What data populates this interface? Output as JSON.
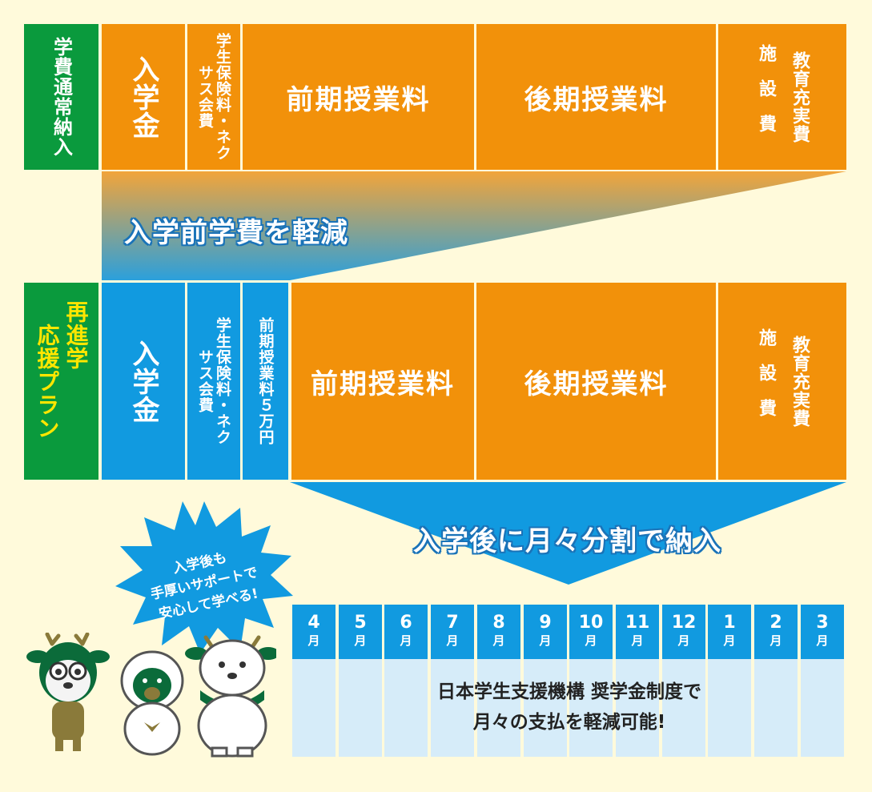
{
  "top_row": {
    "side_label": "学費通常納入",
    "cells": {
      "admission": "入学金",
      "insurance": "学生保険料・ネクサス会費",
      "first_tuition": "前期授業料",
      "second_tuition": "後期授業料",
      "facilities_a": "施設費",
      "facilities_b": "教育充実費"
    }
  },
  "reduce_label": "入学前学費を軽減",
  "plan_row": {
    "side_label_a": "再進学",
    "side_label_b": "応援プラン",
    "cells": {
      "admission": "入学金",
      "insurance": "学生保険料・ネクサス会費",
      "deposit": "前期授業料５万円",
      "first_tuition": "前期授業料",
      "second_tuition": "後期授業料",
      "facilities_a": "施設費",
      "facilities_b": "教育充実費"
    }
  },
  "monthly_label": "入学後に月々分割で納入",
  "burst": {
    "line1": "入学後も",
    "line2": "手厚いサポートで",
    "line3": "安心して学べる!"
  },
  "months": [
    {
      "num": "4",
      "unit": "月"
    },
    {
      "num": "5",
      "unit": "月"
    },
    {
      "num": "6",
      "unit": "月"
    },
    {
      "num": "7",
      "unit": "月"
    },
    {
      "num": "8",
      "unit": "月"
    },
    {
      "num": "9",
      "unit": "月"
    },
    {
      "num": "10",
      "unit": "月"
    },
    {
      "num": "11",
      "unit": "月"
    },
    {
      "num": "12",
      "unit": "月"
    },
    {
      "num": "1",
      "unit": "月"
    },
    {
      "num": "2",
      "unit": "月"
    },
    {
      "num": "3",
      "unit": "月"
    }
  ],
  "scholarship": {
    "line1": "日本学生支援機構 奨学金制度で",
    "line2": "月々の支払を軽減可能!"
  },
  "colors": {
    "orange": "#f2910a",
    "blue": "#119ae0",
    "green": "#0a9a3d",
    "yellow": "#ffe600",
    "background": "#fffadb",
    "light_blue": "#d6ecf9"
  }
}
